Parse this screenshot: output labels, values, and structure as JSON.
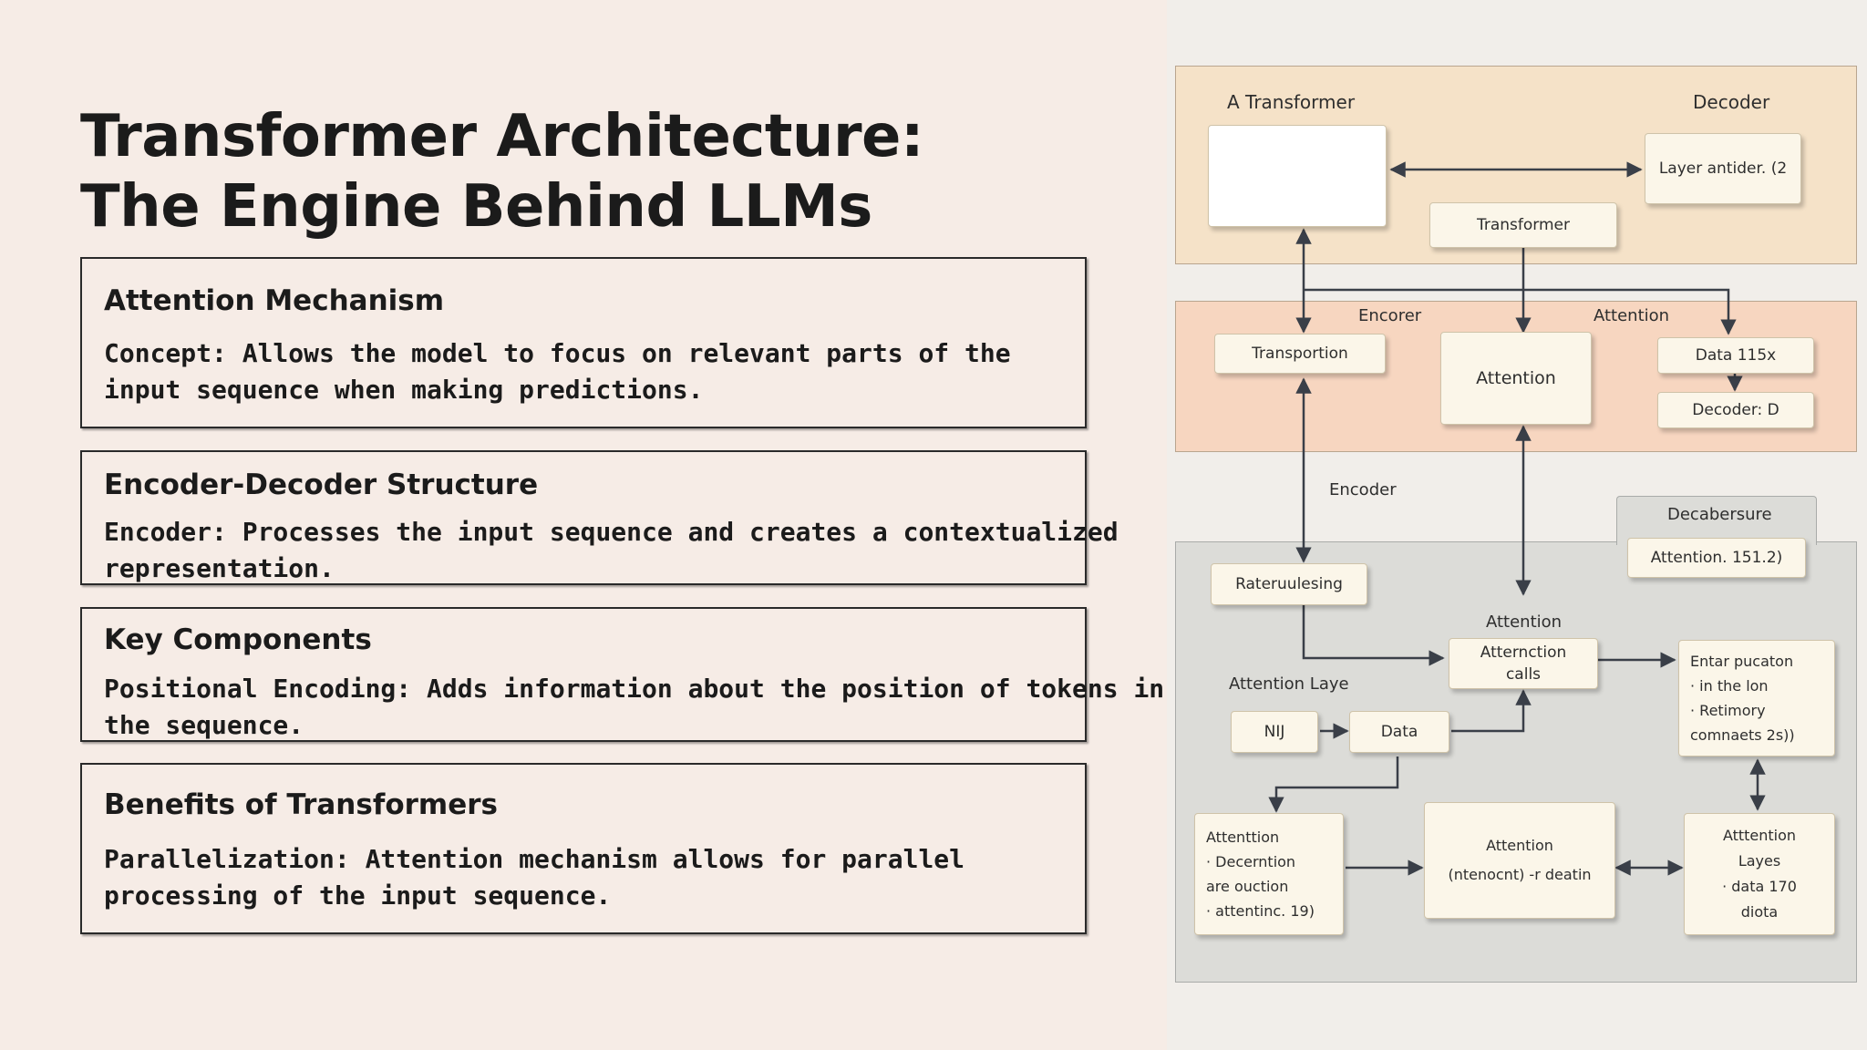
{
  "slide": {
    "title": "Transformer Architecture: The Engine Behind LLMs",
    "cards": [
      {
        "heading": "Attention Mechanism",
        "line1": "Concept: Allows the model to focus on relevant parts of the",
        "line2": "input sequence when making predictions."
      },
      {
        "heading": "Encoder-Decoder Structure",
        "line1": "Encoder: Processes the input sequence and creates a contextualized",
        "line2": "representation."
      },
      {
        "heading": "Key Components",
        "line1": "Positional Encoding: Adds information about the position of tokens in",
        "line2": "the sequence."
      },
      {
        "heading": "Benefits of Transformers",
        "line1": "Parallelization: Attention mechanism allows for parallel",
        "line2": "processing of the input sequence."
      }
    ]
  },
  "diagram": {
    "labels": {
      "a_transformer": "A Transformer",
      "decoder": "Decoder",
      "encorer": "Encorer",
      "attention_top": "Attention",
      "encoder": "Encoder",
      "decabersure": "Decabersure",
      "attention_mid": "Attention",
      "attention_laye": "Attention Laye"
    },
    "boxes": {
      "layer_antider": "Layer antider. (2",
      "transformer": "Transformer",
      "transportion": "Transportion",
      "attention": "Attention",
      "data_115x": "Data 115x",
      "decoder_d": "Decoder: D",
      "attention_151": "Attention. 151.2)",
      "rateruulesing": "Rateruulesing",
      "atternction_1": "Atternction",
      "atternction_2": "calls",
      "enter_1": "Entar pucaton",
      "enter_2": "· in the lon",
      "enter_3": "· Retimory",
      "enter_4": "comnaets 2s))",
      "nij": "NIJ",
      "data": "Data",
      "det_1": "Attenttion",
      "det_2": "· Decerntion",
      "det_3": "are ouction",
      "det_4": "· attentinc. 19)",
      "mid_1": "Attention",
      "mid_2": "(ntenocnt) -r deatin",
      "layes_1": "Atttention",
      "layes_2": "Layes",
      "layes_3": "· data 170",
      "layes_4": "diota"
    }
  }
}
